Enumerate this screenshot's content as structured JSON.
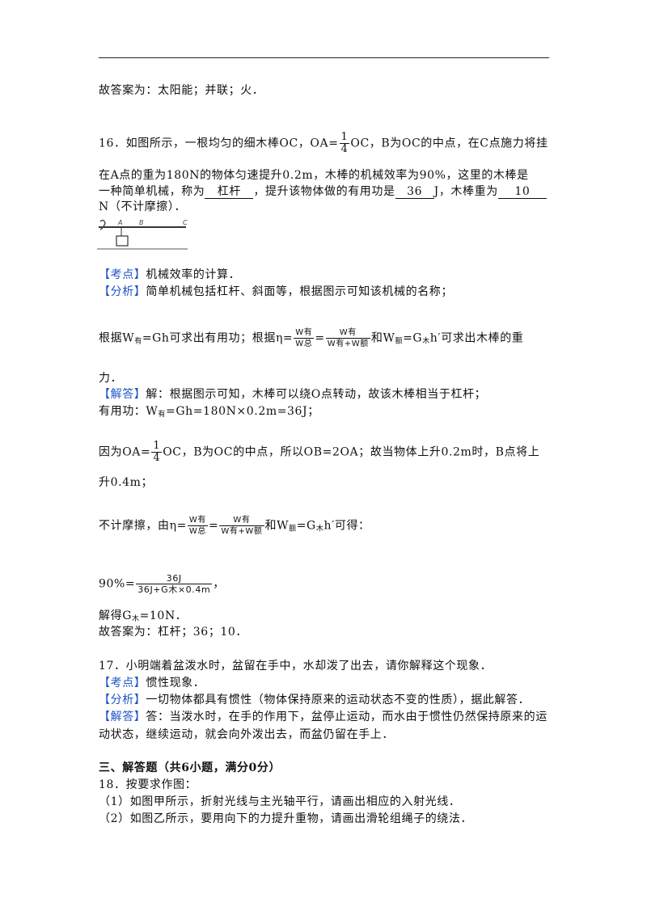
{
  "answer15": "故答案为：太阳能；并联；火．",
  "q16": {
    "p1_pre": "16．如图所示，一根均匀的细木棒OC，OA=",
    "frac_n": "1",
    "frac_d": "4",
    "p1_post": "OC，B为OC的中点，在C点施力将挂",
    "p2": "在A点的重为180N的物体匀速提升0.2m，木棒的机械效率为90%，这里的木棒是",
    "p3_a": "一种简单机械，称为",
    "blank1": "杠杆",
    "p3_b": "，提升该物体做的有用功是",
    "blank2": "36",
    "p3_c": "J，木棒重为",
    "blank3": "10",
    "p4": "N（不计摩擦）．",
    "fig_labels": [
      "A",
      "B",
      "C"
    ],
    "kaodian_tag": "【考点】",
    "kaodian": "机械效率的计算．",
    "fenxi_tag": "【分析】",
    "fenxi": "简单机械包括杠杆、斜面等，根据图示可知该机械的名称；",
    "f2_a": "根据W",
    "f2_sub1": "有",
    "f2_b": "=Gh可求出有用功；根据η=",
    "eta_n": "W有",
    "eta_d": "W总",
    "eq": "=",
    "eta2_n": "W有",
    "eta2_d": "W有+W额",
    "f2_c": "和W",
    "f2_sub2": "额",
    "f2_d": "=G",
    "f2_sub3": "木",
    "f2_e": "h′可求出木棒的重",
    "f3": "力．",
    "jieda_tag": "【解答】",
    "jieda1": "解：根据图示可知，木棒可以绕O点转动，故该木棒相当于杠杆；",
    "j2_a": "有用功：W",
    "j2_sub": "有",
    "j2_b": "=Gh=180N×0.2m=36J；",
    "j3_a": "因为OA=",
    "j3_b": "OC，B为OC的中点，所以OB=2OA；故当物体上升0.2m时，B点将上",
    "j4": "升0.4m；",
    "j5_a": "不计摩擦，由η=",
    "j5_b": "和W",
    "j5_sub": "额",
    "j5_c": "=G",
    "j5_sub2": "木",
    "j5_d": "h′可得：",
    "j6_a": "90%=",
    "j6_n": "36J",
    "j6_d": "36J+G木×0.4m",
    "j6_b": "，",
    "j7_a": "解得G",
    "j7_sub": "木",
    "j7_b": "=10N．",
    "j8": "故答案为：杠杆；36；10．"
  },
  "q17": {
    "stem": "17．小明端着盆泼水时，盆留在手中，水却泼了出去，请你解释这个现象．",
    "kaodian_tag": "【考点】",
    "kaodian": "惯性现象．",
    "fenxi_tag": "【分析】",
    "fenxi": "一切物体都具有惯性（物体保持原来的运动状态不变的性质），据此解答．",
    "jieda_tag": "【解答】",
    "jieda1": "答：当泼水时，在手的作用下，盆停止运动，而水由于惯性仍然保持原来的运",
    "jieda2": "动状态，继续运动，就会向外泼出去，而盆仍留在手上．"
  },
  "section3": "三、解答题（共6小题，满分0分）",
  "q18": {
    "stem": "18．按要求作图：",
    "s1": "（1）如图甲所示，折射光线与主光轴平行，请画出相应的入射光线．",
    "s2": "（2）如图乙所示，要用向下的力提升重物，请画出滑轮组绳子的绕法．"
  }
}
